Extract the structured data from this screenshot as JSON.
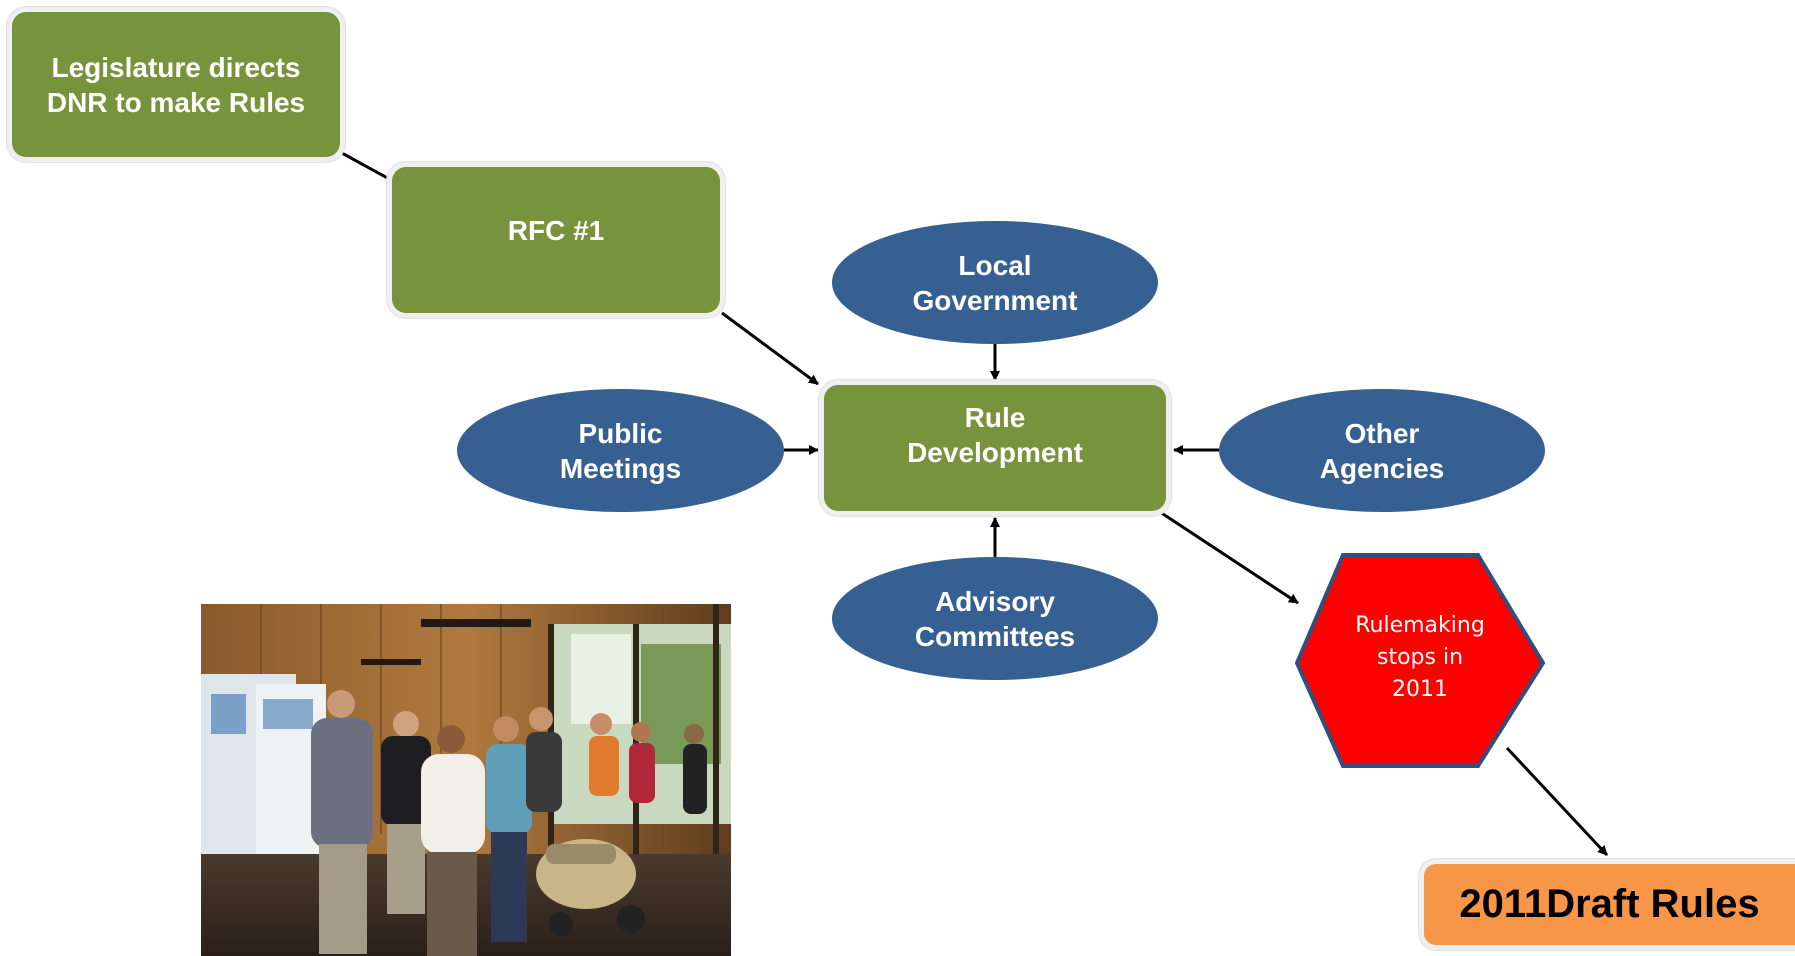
{
  "diagram": {
    "nodes": {
      "legislature": "Legislature directs\nDNR to make Rules",
      "rfc": "RFC #1",
      "rule_development": "Rule\nDevelopment",
      "local_government": "Local\nGovernment",
      "public_meetings": "Public\nMeetings",
      "other_agencies": "Other\nAgencies",
      "advisory_committees": "Advisory\nCommittees",
      "rulemaking_stops": "Rulemaking\nstops in\n2011",
      "draft_rules": "2011Draft Rules"
    },
    "colors": {
      "green_box": "#77933c",
      "blue_ellipse": "#376092",
      "stop_hexagon": "#ff0000",
      "orange_box": "#f79646"
    }
  },
  "photo": {
    "icon": "public-meeting-photo",
    "description_visible": false
  }
}
